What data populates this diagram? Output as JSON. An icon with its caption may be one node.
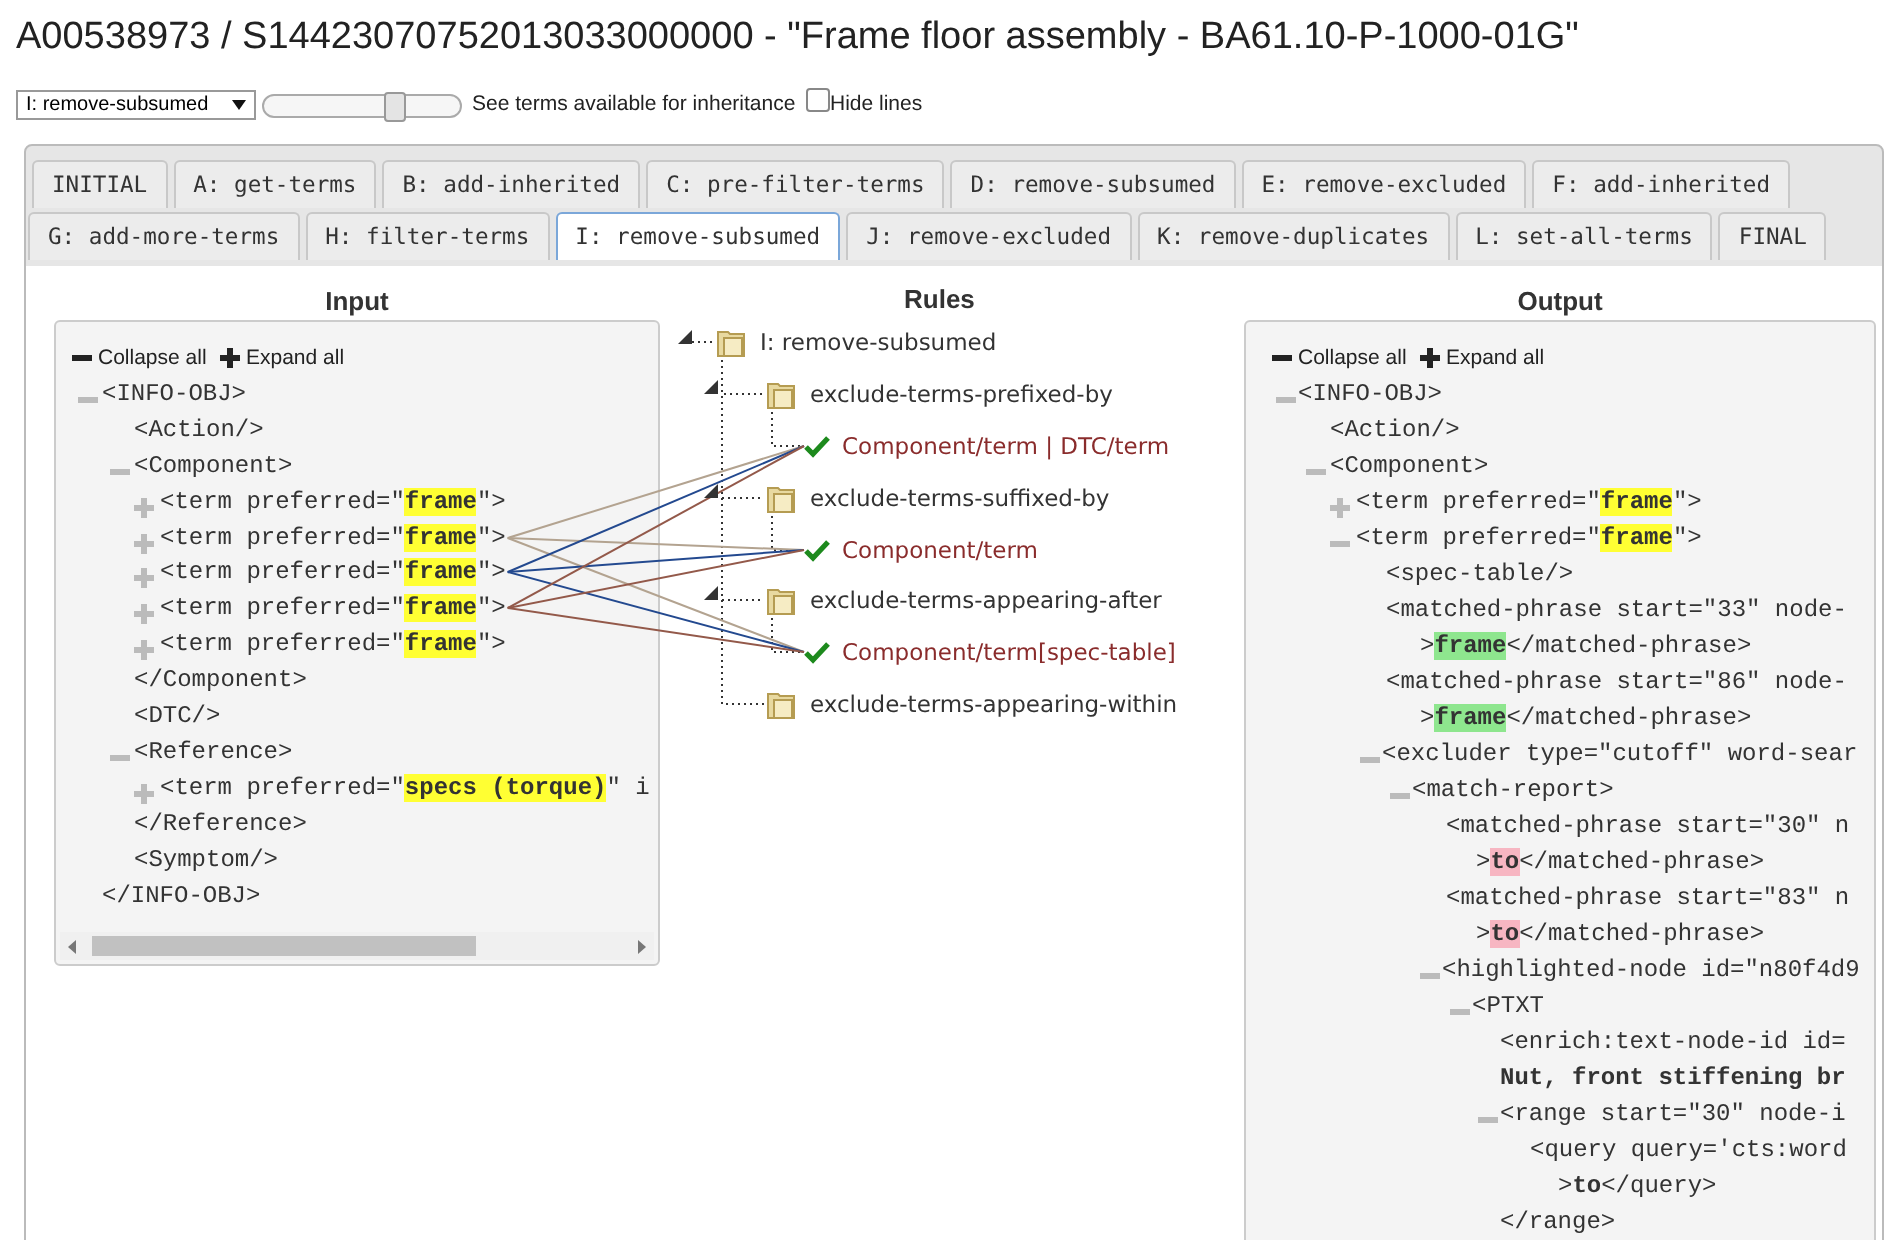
{
  "diagram": {
    "title": "A00538973 / S14423070752013033000000 - \"Frame floor assembly - BA61.10-P-1000-01G\"",
    "nodes": [
      {
        "text": [
          "INITIAL"
        ]
      },
      {
        "text": [
          "A: get-terms"
        ]
      },
      {
        "text": [
          "B: add-inherited"
        ]
      },
      {
        "text": [
          "C: pre-filter-terms"
        ]
      },
      {
        "text": [
          "D: remove-subsumed"
        ]
      },
      {
        "text": [
          "E: remove-excluded"
        ]
      },
      {
        "text": [
          "F: add-inherited"
        ]
      },
      {
        "text": [
          "G: add-more-terms"
        ]
      },
      {
        "text": [
          "H: filter-terms"
        ]
      },
      {
        "text": [
          "I: remove-subsumed"
        ]
      },
      {
        "text": [
          "J: remove-excluded"
        ]
      },
      {
        "text": [
          "K: remove-duplicates"
        ]
      },
      {
        "text": [
          "L: set-all-terms"
        ]
      },
      {
        "text": [
          "FINAL"
        ]
      },
      {
        "text": [
          "Input"
        ]
      },
      {
        "text": [
          "Collapse all"
        ],
        "in": 14
      },
      {
        "text": [
          "Expand all"
        ],
        "in": 14
      },
      {
        "text": [
          "<INFO-OBJ>"
        ],
        "in": 14
      },
      {
        "text": [
          "<Action/>"
        ],
        "in": 14
      },
      {
        "text": [
          "<Component>"
        ],
        "in": 14
      },
      {
        "text": [
          "<term preferred=\"**frame**\">"
        ],
        "in": 14
      },
      {
        "text": [
          "<term preferred=\"**frame**\">"
        ],
        "in": 14
      },
      {
        "text": [
          "<term preferred=\"**frame**\">"
        ],
        "in": 14
      },
      {
        "text": [
          "<term preferred=\"**frame**\">"
        ],
        "in": 14
      },
      {
        "text": [
          "<term preferred=\"**frame**\">"
        ],
        "in": 14
      },
      {
        "text": [
          "</Component>"
        ],
        "in": 14
      },
      {
        "text": [
          "<DTC/>"
        ],
        "in": 14
      },
      {
        "text": [
          "<Reference>"
        ],
        "in": 14
      },
      {
        "text": [
          "<term preferred=\"**specs (torque)**\" i"
        ],
        "in": 14
      },
      {
        "text": [
          "</Reference>"
        ],
        "in": 14
      },
      {
        "text": [
          "<Symptom/>"
        ],
        "in": 14
      },
      {
        "text": [
          "</INFO-OBJ>"
        ],
        "in": 14
      },
      {
        "text": [
          "I: remove-subsumed"
        ]
      },
      {
        "text": [
          "exclude-terms-prefixed-by"
        ]
      },
      {
        "text": [
          "Component/term | DTC/term"
        ]
      },
      {
        "text": [
          "exclude-terms-suffixed-by"
        ]
      },
      {
        "text": [
          "Component/term"
        ]
      },
      {
        "text": [
          "exclude-terms-appearing-after"
        ]
      },
      {
        "text": [
          "Component/term[spec-table]"
        ]
      },
      {
        "text": [
          "exclude-terms-appearing-within"
        ]
      },
      {
        "text": [
          "Output"
        ]
      },
      {
        "text": [
          "Collapse all"
        ],
        "in": 40
      },
      {
        "text": [
          "Expand all"
        ],
        "in": 40
      },
      {
        "text": [
          "<INFO-OBJ>"
        ],
        "in": 40
      },
      {
        "text": [
          "<Action/>"
        ],
        "in": 40
      },
      {
        "text": [
          "<Component>"
        ],
        "in": 40
      },
      {
        "text": [
          "<term preferred=\"**frame**\">"
        ],
        "in": 40
      },
      {
        "text": [
          "<term preferred=\"**frame**\">"
        ],
        "in": 40
      },
      {
        "text": [
          "<spec-table/>"
        ],
        "in": 40
      },
      {
        "text": [
          "<matched-phrase start=\"33\" node-"
        ],
        "in": 40
      },
      {
        "text": [
          ">**frame**</matched-phrase>"
        ],
        "in": 40
      },
      {
        "text": [
          "<matched-phrase start=\"86\" node-"
        ],
        "in": 40
      },
      {
        "text": [
          ">**frame**</matched-phrase>"
        ],
        "in": 40
      },
      {
        "text": [
          "<excluder type=\"cutoff\" word-sear"
        ],
        "in": 40
      },
      {
        "text": [
          "<match-report>"
        ],
        "in": 40
      },
      {
        "text": [
          "<matched-phrase start=\"30\" n"
        ],
        "in": 40
      },
      {
        "text": [
          ">**to**</matched-phrase>"
        ],
        "in": 40
      },
      {
        "text": [
          "<matched-phrase start=\"83\" n"
        ],
        "in": 40
      },
      {
        "text": [
          ">**to**</matched-phrase>"
        ],
        "in": 40
      },
      {
        "text": [
          "<highlighted-node id=\"n80f4d9"
        ],
        "in": 40
      },
      {
        "text": [
          "<PTXT"
        ],
        "in": 40
      },
      {
        "text": [
          "<enrich:text-node-id id="
        ],
        "in": 40
      },
      {
        "text": [
          "Nut, front stiffening br"
        ],
        "in": 40
      },
      {
        "text": [
          "<range start=\"30\" node-i"
        ],
        "in": 40
      },
      {
        "text": [
          "<query query='cts:word"
        ],
        "in": 40
      },
      {
        "text": [
          ">**to**</query>"
        ],
        "in": 40
      },
      {
        "text": [
          "</range>"
        ],
        "in": 40
      },
      {
        "text": [],
        "shape": "triangle"
      }
    ],
    "edges": [
      {
        "from": 32,
        "to": 33,
        "arrow": "none",
        "style": "dashed"
      },
      {
        "from": 32,
        "to": 35,
        "arrow": "none",
        "style": "dashed"
      },
      {
        "from": 32,
        "to": 37,
        "arrow": "none",
        "style": "dashed"
      },
      {
        "from": 32,
        "to": 39,
        "arrow": "none",
        "style": "dashed"
      },
      {
        "from": 33,
        "to": 34,
        "arrow": "none",
        "style": "dashed"
      },
      {
        "from": 35,
        "to": 36,
        "arrow": "none",
        "style": "dashed"
      },
      {
        "from": 37,
        "to": 38,
        "arrow": "none",
        "style": "dashed"
      },
      {
        "from": 67,
        "to": 32,
        "arrow": "none",
        "style": "dashed"
      },
      {
        "from": 21,
        "to": 34,
        "arrow": "none",
        "color": "#b3a390"
      },
      {
        "from": 21,
        "to": 36,
        "arrow": "none",
        "color": "#b3a390"
      },
      {
        "from": 21,
        "to": 38,
        "arrow": "none",
        "color": "#b3a390"
      },
      {
        "from": 22,
        "to": 34,
        "arrow": "none",
        "color": "#23498f"
      },
      {
        "from": 22,
        "to": 36,
        "arrow": "none",
        "color": "#23498f"
      },
      {
        "from": 22,
        "to": 38,
        "arrow": "none",
        "color": "#23498f"
      },
      {
        "from": 23,
        "to": 34,
        "arrow": "none",
        "color": "#93594a"
      },
      {
        "from": 23,
        "to": 36,
        "arrow": "none",
        "color": "#93594a"
      },
      {
        "from": 23,
        "to": 38,
        "arrow": "none",
        "color": "#93594a"
      }
    ],
    "labels": [
      "I: remove-subsumed",
      "See terms available for inheritance",
      "Hide lines",
      "Rules"
    ]
  }
}
